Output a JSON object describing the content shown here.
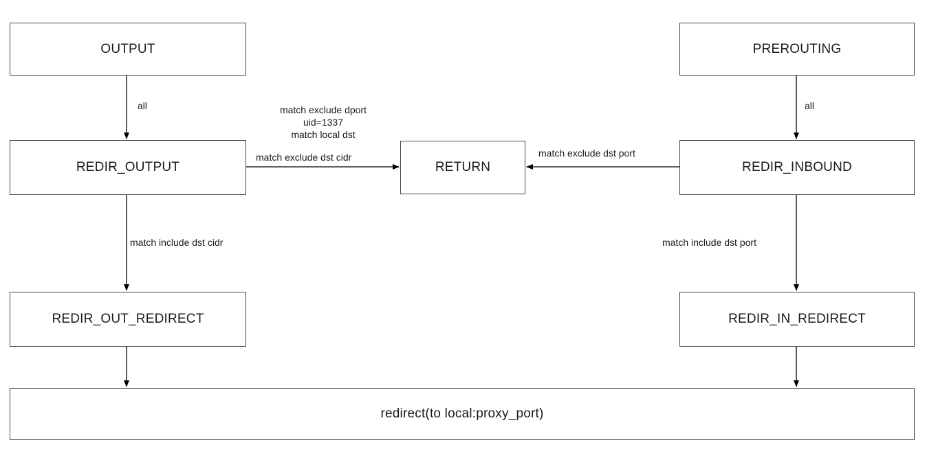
{
  "nodes": {
    "output": "OUTPUT",
    "prerouting": "PREROUTING",
    "redir_output": "REDIR_OUTPUT",
    "return": "RETURN",
    "redir_inbound": "REDIR_INBOUND",
    "redir_out_redirect": "REDIR_OUT_REDIRECT",
    "redir_in_redirect": "REDIR_IN_REDIRECT",
    "redirect": "redirect(to local:proxy_port)"
  },
  "edges": {
    "output_to_redir_output": "all",
    "prerouting_to_redir_inbound": "all",
    "redir_output_to_return_lines": [
      "match exclude dport",
      "uid=1337",
      "match local dst"
    ],
    "redir_output_to_return_cidr": "match exclude dst cidr",
    "redir_inbound_to_return": "match exclude dst port",
    "redir_output_to_out_redirect": "match include dst cidr",
    "redir_inbound_to_in_redirect": "match include dst port"
  }
}
